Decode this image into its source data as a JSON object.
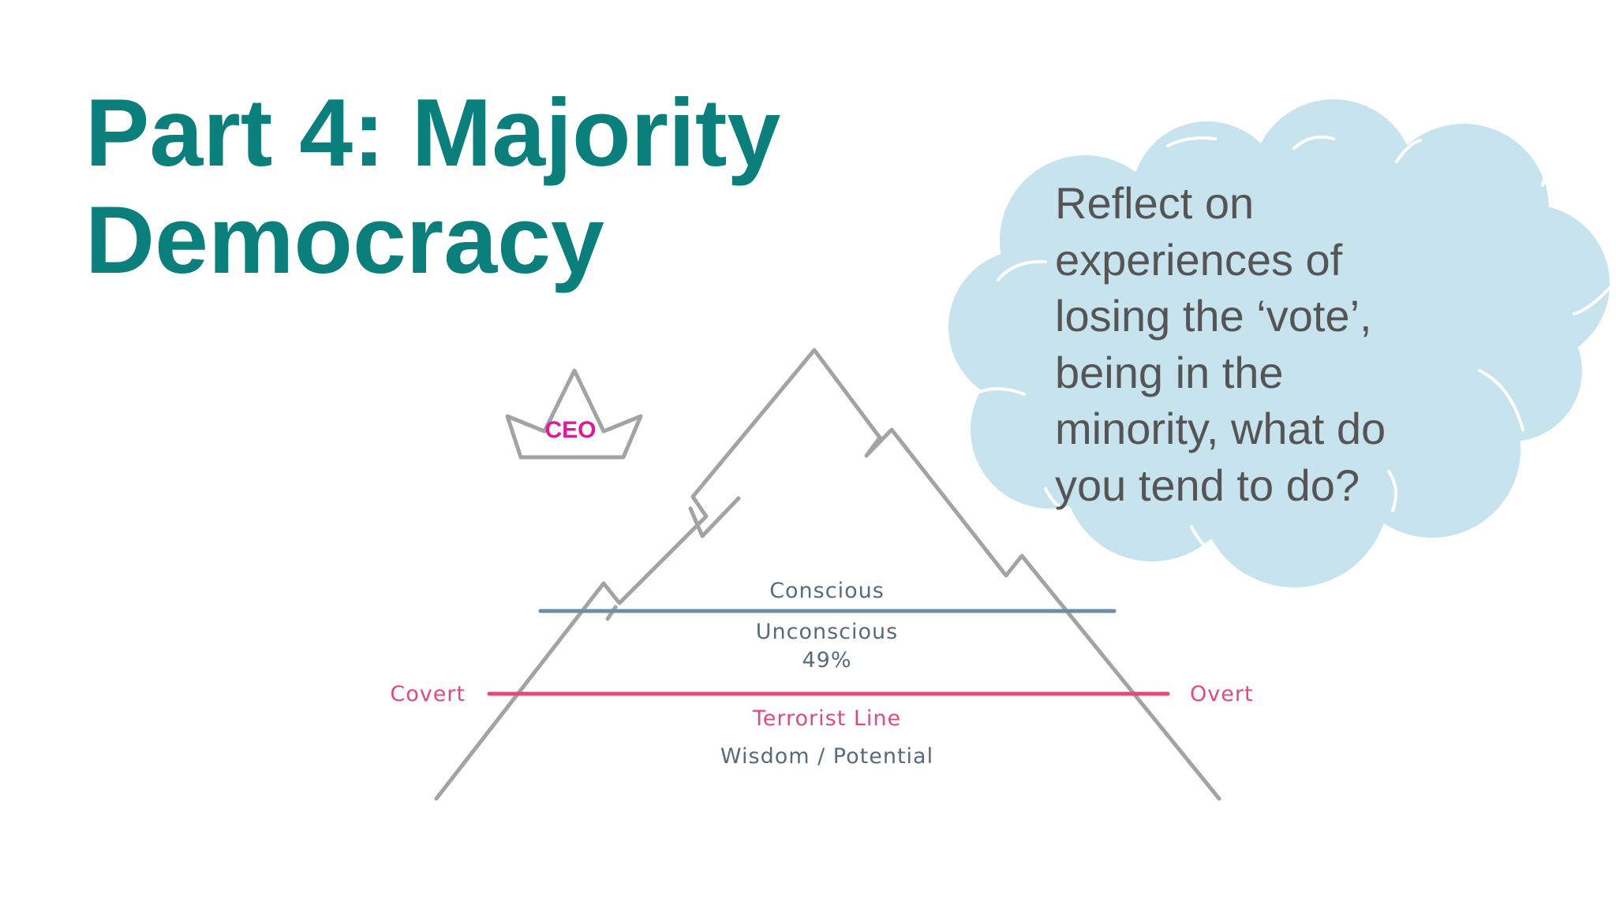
{
  "slide": {
    "title_lines": [
      "Part 4: Majority",
      "Democracy"
    ]
  },
  "diagram": {
    "crown_label": "CEO",
    "conscious_label": "Conscious",
    "unconscious_label": "Unconscious",
    "unconscious_percent": "49%",
    "covert_label": "Covert",
    "overt_label": "Overt",
    "terrorist_line_label": "Terrorist Line",
    "wisdom_label": "Wisdom / Potential",
    "colors": {
      "mountain": "#a3a3a3",
      "conscious_line": "#6c8fa8",
      "terrorist_line": "#e04a7f",
      "crown_text": "#e0199a",
      "label_slate": "#566b7c"
    }
  },
  "thought_bubble": {
    "lines": [
      "Reflect on",
      "experiences of",
      "losing the ‘vote’,",
      "being in the",
      "minority, what do",
      "you tend to do?"
    ],
    "fill": "#c7e3ee"
  }
}
